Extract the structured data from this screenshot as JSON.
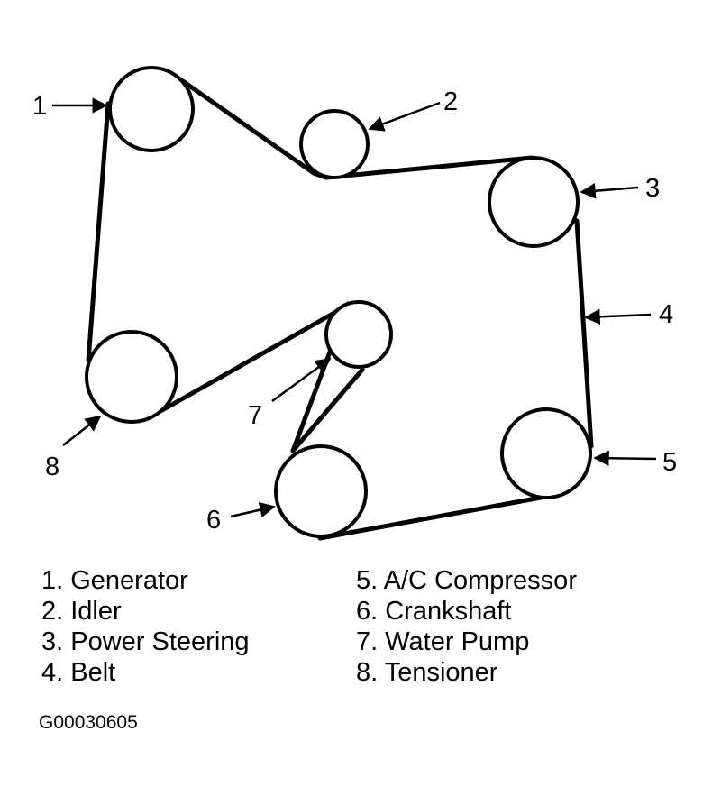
{
  "callouts": [
    "1",
    "2",
    "3",
    "4",
    "5",
    "6",
    "7",
    "8"
  ],
  "legend": [
    "1. Generator",
    "2. Idler",
    "3. Power Steering",
    "4. Belt",
    "5. A/C Compressor",
    "6. Crankshaft",
    "7. Water Pump",
    "8. Tensioner"
  ],
  "figure_code": "G00030605"
}
